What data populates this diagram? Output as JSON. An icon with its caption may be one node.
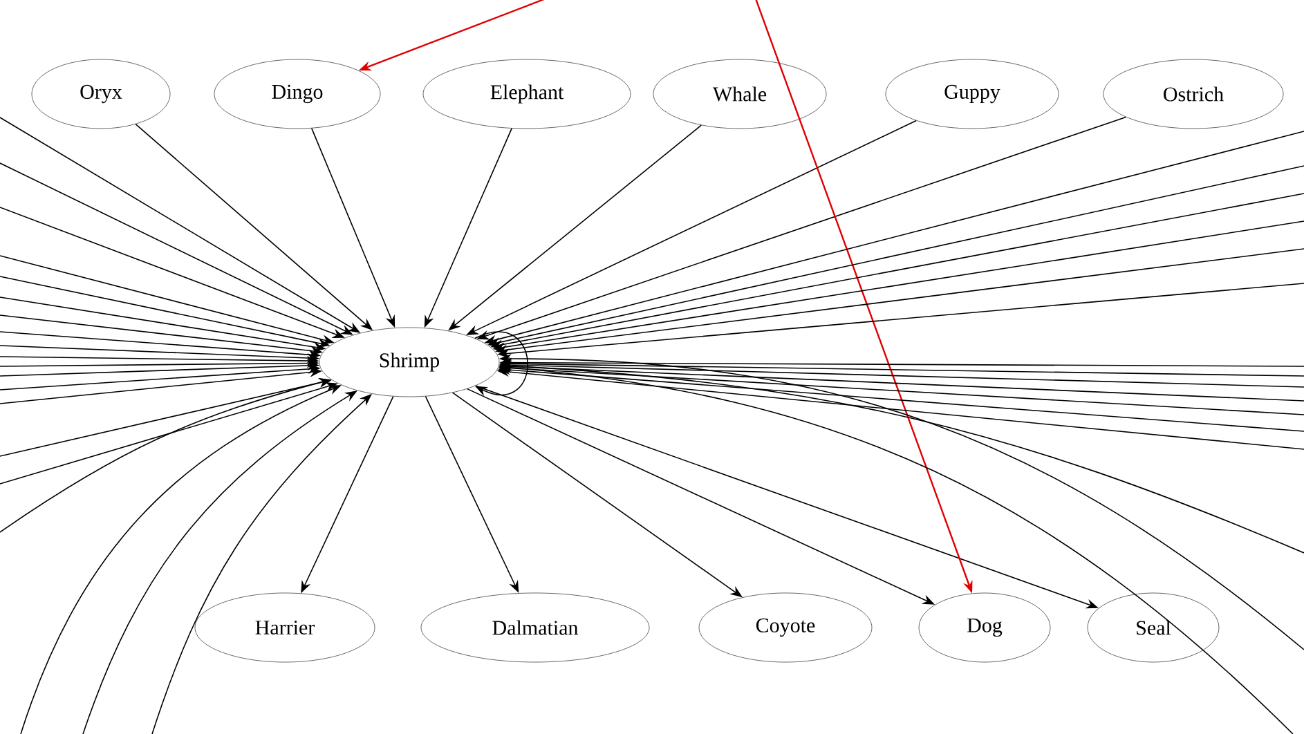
{
  "diagram": {
    "nodes": [
      {
        "text": [
          "Oryx"
        ]
      },
      {
        "text": [
          "Dingo"
        ]
      },
      {
        "text": [
          "Elephant"
        ]
      },
      {
        "text": [
          "Whale"
        ]
      },
      {
        "text": [
          "Guppy"
        ]
      },
      {
        "text": [
          "Ostrich"
        ]
      },
      {
        "text": [
          "Shrimp"
        ]
      },
      {
        "text": [
          "Harrier"
        ]
      },
      {
        "text": [
          "Dalmatian"
        ]
      },
      {
        "text": [
          "Coyote"
        ]
      },
      {
        "text": [
          "Dog"
        ]
      },
      {
        "text": [
          "Seal"
        ]
      }
    ],
    "edges": [
      {
        "from": 0,
        "to": 6,
        "arrow": "to"
      },
      {
        "from": 1,
        "to": 6,
        "arrow": "to"
      },
      {
        "from": 2,
        "to": 6,
        "arrow": "to"
      },
      {
        "from": 3,
        "to": 6,
        "arrow": "to"
      },
      {
        "from": 4,
        "to": 6,
        "arrow": "to"
      },
      {
        "from": 5,
        "to": 6,
        "arrow": "to"
      },
      {
        "from": 6,
        "to": 7,
        "arrow": "to"
      },
      {
        "from": 6,
        "to": 8,
        "arrow": "to"
      },
      {
        "from": 6,
        "to": 9,
        "arrow": "to"
      },
      {
        "from": 6,
        "to": 10,
        "arrow": "to"
      },
      {
        "from": 6,
        "to": 11,
        "arrow": "to"
      },
      {
        "from": 6,
        "to": 6,
        "arrow": "to"
      },
      {
        "from": null,
        "to": 1,
        "arrow": "to",
        "color": "#e00000"
      },
      {
        "from": null,
        "to": 10,
        "arrow": "to",
        "color": "#e00000"
      },
      {
        "from": null,
        "to": 6,
        "arrow": "to"
      },
      {
        "from": null,
        "to": 6,
        "arrow": "to"
      },
      {
        "from": null,
        "to": 6,
        "arrow": "to"
      },
      {
        "from": null,
        "to": 6,
        "arrow": "to"
      },
      {
        "from": null,
        "to": 6,
        "arrow": "to"
      },
      {
        "from": null,
        "to": 6,
        "arrow": "to"
      },
      {
        "from": null,
        "to": 6,
        "arrow": "to"
      },
      {
        "from": null,
        "to": 6,
        "arrow": "to"
      },
      {
        "from": null,
        "to": 6,
        "arrow": "to"
      },
      {
        "from": null,
        "to": 6,
        "arrow": "to"
      },
      {
        "from": null,
        "to": 6,
        "arrow": "to"
      },
      {
        "from": null,
        "to": 6,
        "arrow": "to"
      },
      {
        "from": null,
        "to": 6,
        "arrow": "to"
      },
      {
        "from": null,
        "to": 6,
        "arrow": "to"
      },
      {
        "from": null,
        "to": 6,
        "arrow": "to"
      },
      {
        "from": null,
        "to": 6,
        "arrow": "to"
      },
      {
        "from": null,
        "to": 6,
        "arrow": "to"
      },
      {
        "from": null,
        "to": 6,
        "arrow": "to"
      },
      {
        "from": null,
        "to": 6,
        "arrow": "to"
      },
      {
        "from": null,
        "to": 6,
        "arrow": "to"
      },
      {
        "from": null,
        "to": 6,
        "arrow": "to"
      },
      {
        "from": null,
        "to": 6,
        "arrow": "to"
      },
      {
        "from": null,
        "to": 6,
        "arrow": "to"
      },
      {
        "from": null,
        "to": 6,
        "arrow": "to"
      },
      {
        "from": null,
        "to": 6,
        "arrow": "to"
      },
      {
        "from": null,
        "to": 6,
        "arrow": "to"
      },
      {
        "from": null,
        "to": 6,
        "arrow": "to"
      },
      {
        "from": null,
        "to": 6,
        "arrow": "to"
      },
      {
        "from": null,
        "to": 6,
        "arrow": "to"
      },
      {
        "from": null,
        "to": 6,
        "arrow": "to"
      },
      {
        "from": null,
        "to": 6,
        "arrow": "to"
      },
      {
        "from": null,
        "to": 6,
        "arrow": "to"
      },
      {
        "from": null,
        "to": 6,
        "arrow": "to"
      },
      {
        "from": null,
        "to": 6,
        "arrow": "to"
      },
      {
        "from": null,
        "to": 6,
        "arrow": "to"
      },
      {
        "from": null,
        "to": 6,
        "arrow": "to"
      }
    ]
  }
}
